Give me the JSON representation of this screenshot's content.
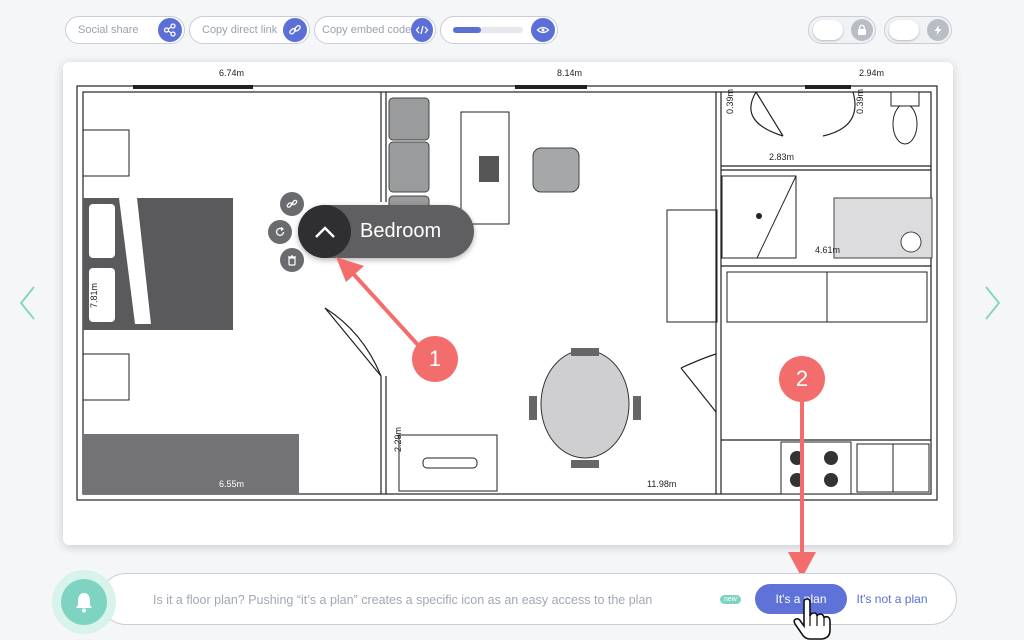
{
  "toolbar": {
    "social_share": "Social share",
    "copy_link": "Copy direct link",
    "copy_embed": "Copy embed code",
    "slider_fraction": 0.4
  },
  "toggles": {
    "lock_icon": "lock-icon",
    "bolt_icon": "lightning-icon"
  },
  "plan": {
    "dimensions": {
      "top_left": "6.74m",
      "top_mid": "8.14m",
      "top_right": "2.94m",
      "v_039_a": "0.39m",
      "v_039_b": "0.39m",
      "hall": "2.83m",
      "bath": "4.61m",
      "bedroom_side": "7.81m",
      "bedroom_bottom": "6.55m",
      "living_side": "2.29m",
      "living_bottom": "11.98m"
    }
  },
  "room_popup": {
    "name": "Bedroom",
    "link_icon": "link-icon",
    "rotate_icon": "rotate-icon",
    "delete_icon": "trash-icon"
  },
  "annotations": {
    "marker_1": "1",
    "marker_2": "2",
    "color": "#f46d6d"
  },
  "notice": {
    "text": "Is it a floor plan? Pushing “it’s a plan” creates a specific icon as an easy access to the plan",
    "badge": "new",
    "plan_button": "It's a plan",
    "not_plan_button": "It's not a plan"
  },
  "colors": {
    "accent": "#5b6fd6",
    "teal": "#7fd4c1",
    "nav_arrow": "#7fd4c1"
  }
}
